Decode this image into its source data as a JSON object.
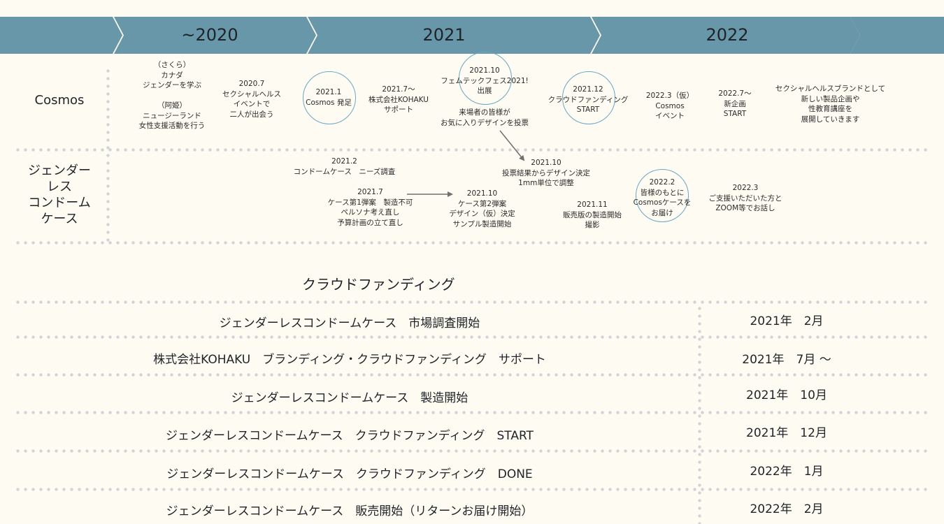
{
  "timeline": {
    "periods": [
      "~2020",
      "2021",
      "2022"
    ],
    "rows": [
      "Cosmos",
      "ジェンダー\nレス\nコンドーム\nケース"
    ]
  },
  "cosmos_events": {
    "sakura": "（さくら）\nカナダ\nジェンダーを学ぶ\n\n（阿姫）\nニュージーランド\n女性支援活動を行う",
    "e2020_7": "2020.7\nセクシャルヘルス\nイベントで\n二人が出会う",
    "e2021_1": "2021.1\nCosmos 発足",
    "e2021_7": "2021.7〜\n株式会社KOHAKU\nサポート",
    "e2021_10": "2021.10\nフェムテックフェス2021!\n出展",
    "e2021_10_vote": "来場者の皆様が\nお気に入りデザインを投票",
    "e2021_12": "2021.12\nクラウドファンディング\nSTART",
    "e2022_3": "2022.3（仮）\nCosmos\nイベント",
    "e2022_7": "2022.7〜\n新企画\nSTART",
    "future": "セクシャルヘルスブランドとして\n新しい製品企画や\n性教育講座を\n展開していきます"
  },
  "case_events": {
    "e2021_2": "2021.2\nコンドームケース　ニーズ調査",
    "e2021_7": "2021.7\nケース第1弾案　製造不可\nペルソナ考え直し\n予算計画の立て直し",
    "e2021_10_design": "2021.10\nケース第2弾案\nデザイン（仮）決定\nサンプル製造開始",
    "e2021_10_vote": "2021.10\n投票結果からデザイン決定\n1mm単位で調整",
    "e2021_11": "2021.11\n販売版の製造開始\n撮影",
    "e2022_2": "2022.2\n皆様のもとに\nCosmosケースを\nお届け",
    "e2022_3": "2022.3\nご支援いただいた方と\nZOOM等でお話し"
  },
  "crowdfunding": {
    "title": "クラウドファンディング",
    "items": [
      {
        "text": "ジェンダーレスコンドームケース　市場調査開始",
        "date": "2021年　2月"
      },
      {
        "text": "株式会社KOHAKU　ブランディング・クラウドファンディング　サポート",
        "date": "2021年　7月 〜"
      },
      {
        "text": "ジェンダーレスコンドームケース　製造開始",
        "date": "2021年　10月"
      },
      {
        "text": "ジェンダーレスコンドームケース　クラウドファンディング　START",
        "date": "2021年　12月"
      },
      {
        "text": "ジェンダーレスコンドームケース　クラウドファンディング　DONE",
        "date": "2022年　1月"
      },
      {
        "text": "ジェンダーレスコンドームケース　販売開始（リターンお届け開始）",
        "date": "2022年　2月"
      }
    ]
  },
  "colors": {
    "banner": "#6797a8",
    "circle": "#6aa6c4",
    "background": "#fdfbf2",
    "dots": "#d2d3d8",
    "arrow": "#707070"
  }
}
